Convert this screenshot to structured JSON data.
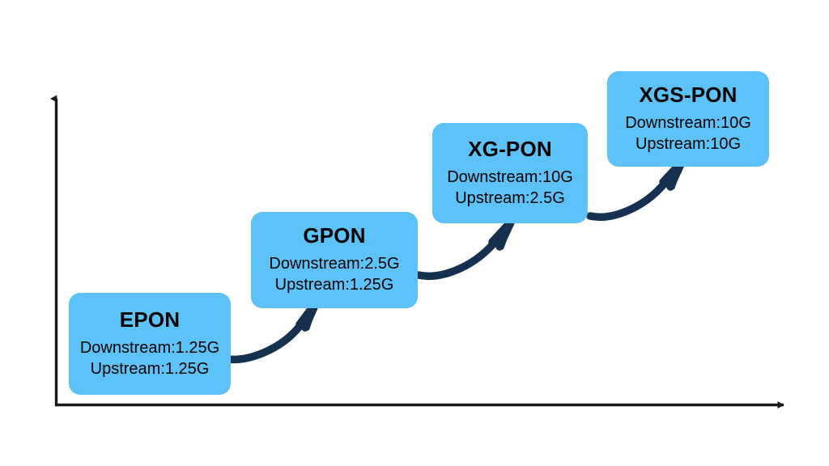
{
  "diagram": {
    "type": "stepped-progression",
    "background_color": "#FFFFFF",
    "node_fill_color": "#5CC2F7",
    "node_text_color": "#000000",
    "arrow_color": "#16304F",
    "axis_color": "#1B1B1B",
    "axes": {
      "y_axis_name": "vertical-axis",
      "x_axis_name": "horizontal-axis",
      "has_arrowheads": true
    },
    "nodes": [
      {
        "id": "epon",
        "title": "EPON",
        "downstream": "Downstream:1.25G",
        "upstream": "Upstream:1.25G"
      },
      {
        "id": "gpon",
        "title": "GPON",
        "downstream": "Downstream:2.5G",
        "upstream": "Upstream:1.25G"
      },
      {
        "id": "xgpon",
        "title": "XG-PON",
        "downstream": "Downstream:10G",
        "upstream": "Upstream:2.5G"
      },
      {
        "id": "xgspon",
        "title": "XGS-PON",
        "downstream": "Downstream:10G",
        "upstream": "Upstream:10G"
      }
    ],
    "connectors": [
      {
        "id": "epon-to-gpon",
        "from": "epon",
        "to": "gpon",
        "style": "curved-arrow"
      },
      {
        "id": "gpon-to-xgpon",
        "from": "gpon",
        "to": "xgpon",
        "style": "curved-arrow"
      },
      {
        "id": "xgpon-to-xgspon",
        "from": "xgpon",
        "to": "xgspon",
        "style": "curved-arrow"
      }
    ]
  }
}
